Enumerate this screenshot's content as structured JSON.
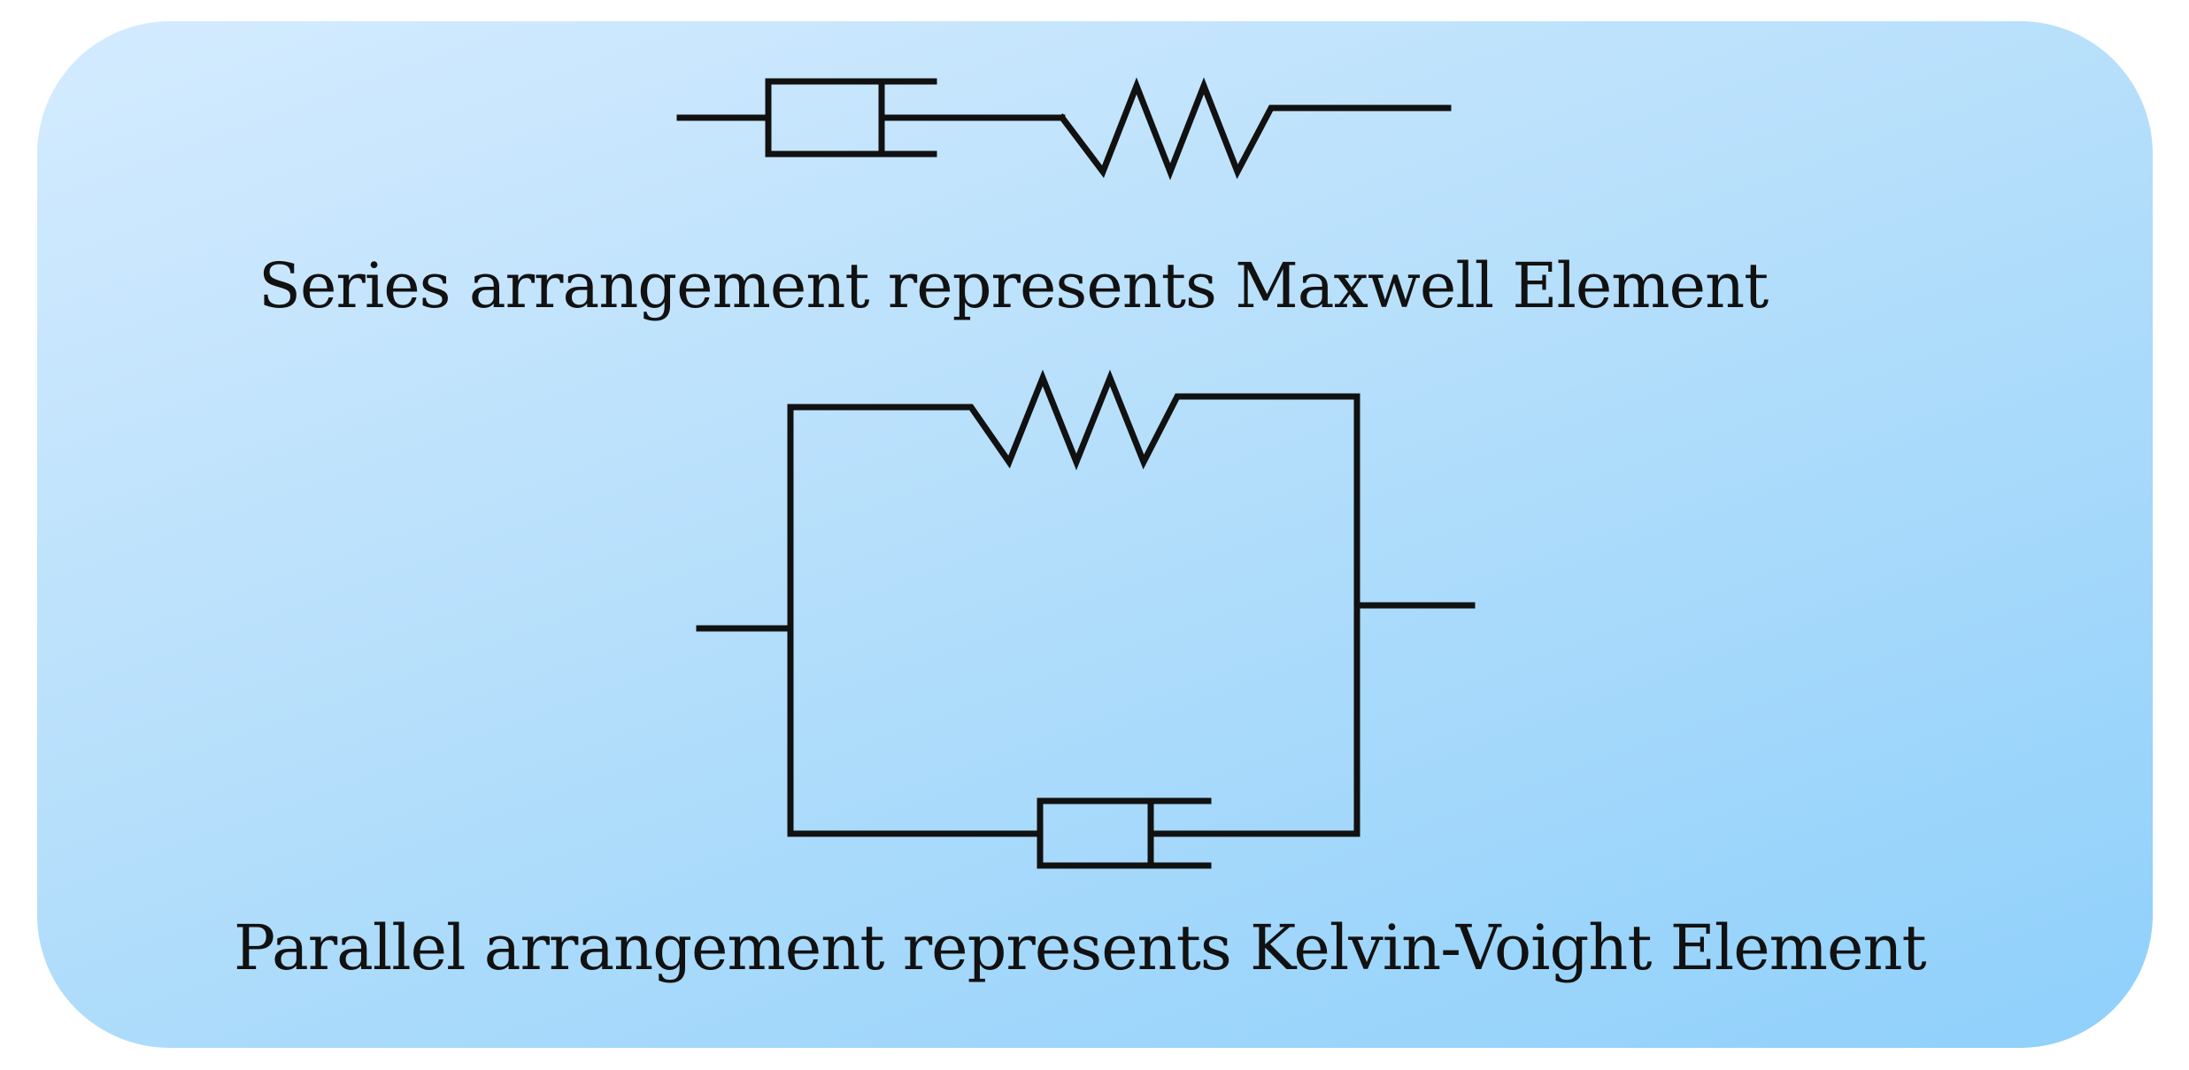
{
  "captions": {
    "series": "Series arrangement represents Maxwell Element",
    "parallel": "Parallel arrangement represents Kelvin-Voight Element"
  },
  "colors": {
    "background_light": "#d4ebff",
    "background_dark": "#8fd0fb",
    "line": "#111111"
  },
  "diagrams": {
    "series": {
      "model": "Maxwell",
      "components": [
        "dashpot",
        "spring"
      ],
      "connection": "series"
    },
    "parallel": {
      "model": "Kelvin-Voight",
      "components": [
        "spring",
        "dashpot"
      ],
      "connection": "parallel"
    }
  }
}
